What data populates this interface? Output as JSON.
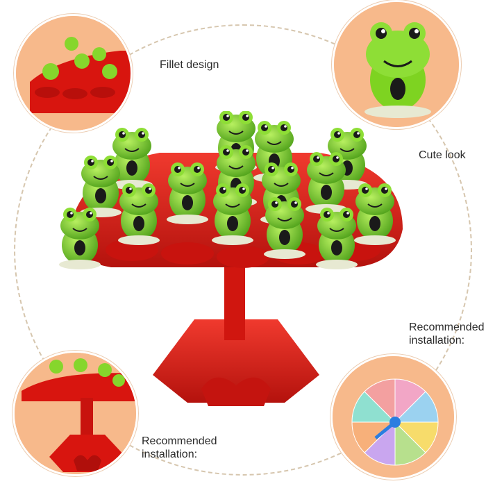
{
  "captions": {
    "fillet": "Fillet design",
    "cute": "Cute look",
    "install_right_line1": "Recommended",
    "install_right_line2": "installation:",
    "install_left_line1": "Recommended",
    "install_left_line2": "installation:"
  },
  "colors": {
    "toy_red": "#e11d17",
    "toy_red_dark": "#a60f0b",
    "frog_green": "#7ed321",
    "frog_green_dark": "#4fa11a",
    "bubble_bg": "#f7b98b",
    "ring": "#d6c6ae"
  }
}
